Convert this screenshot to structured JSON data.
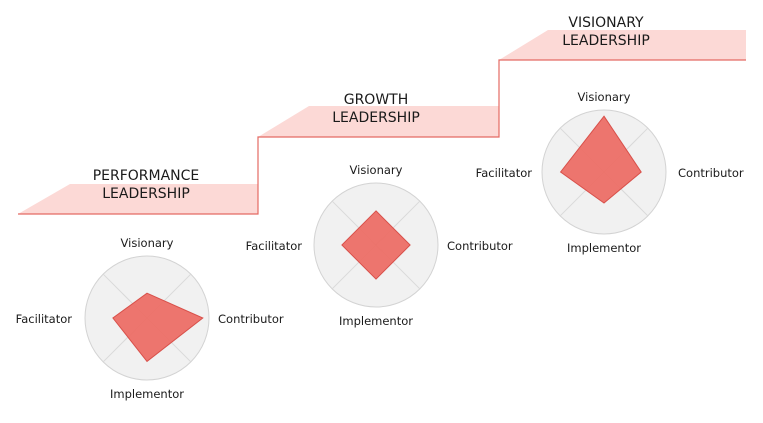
{
  "stages": [
    {
      "title_line1": "PERFORMANCE",
      "title_line2": "LEADERSHIP",
      "labels": {
        "top": "Visionary",
        "right": "Contributor",
        "bottom": "Implementor",
        "left": "Facilitator"
      },
      "levels": {
        "visionary": 0.4,
        "contributor": 0.9,
        "implementor": 0.7,
        "facilitator": 0.55
      }
    },
    {
      "title_line1": "GROWTH",
      "title_line2": "LEADERSHIP",
      "labels": {
        "top": "Visionary",
        "right": "Contributor",
        "bottom": "Implementor",
        "left": "Facilitator"
      },
      "levels": {
        "visionary": 0.55,
        "contributor": 0.55,
        "implementor": 0.55,
        "facilitator": 0.55
      }
    },
    {
      "title_line1": "VISIONARY",
      "title_line2": "LEADERSHIP",
      "labels": {
        "top": "Visionary",
        "right": "Contributor",
        "bottom": "Implementor",
        "left": "Facilitator"
      },
      "levels": {
        "visionary": 0.9,
        "contributor": 0.6,
        "implementor": 0.5,
        "facilitator": 0.7
      }
    }
  ],
  "colors": {
    "step_fill": "#fcd9d6",
    "step_line": "#e46a63",
    "radar_bg": "#f1f1f1",
    "radar_ring": "#d3d3d3",
    "radar_spoke": "#d9d9d9",
    "shape_fill": "#ec6e66",
    "shape_stroke": "#d8504a"
  }
}
